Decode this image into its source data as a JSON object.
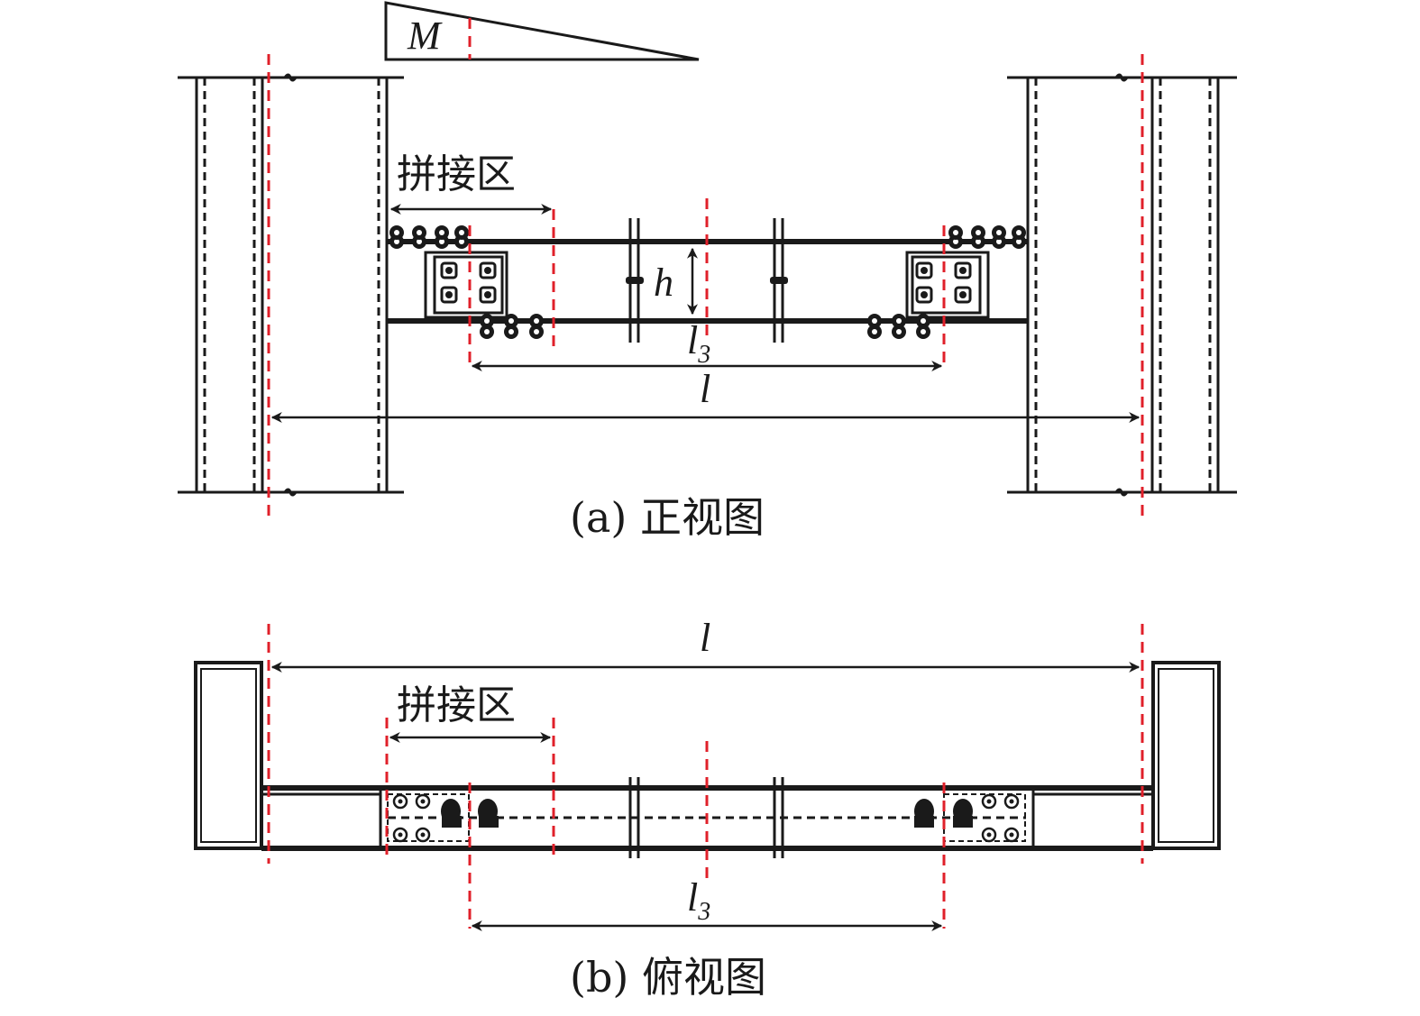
{
  "colors": {
    "line": "#1a1a1a",
    "centerline": "#e0202a",
    "background": "#ffffff"
  },
  "labels": {
    "moment": "M",
    "splice_zone_front": "拼接区",
    "splice_zone_top": "拼接区",
    "depth": "h",
    "span_front": "l",
    "span_top": "l",
    "splice_span_front_base": "l",
    "splice_span_front_sub": "3",
    "splice_span_top_base": "l",
    "splice_span_top_sub": "3"
  },
  "captions": {
    "front": "(a) 正视图",
    "top": "(b) 俯视图"
  }
}
